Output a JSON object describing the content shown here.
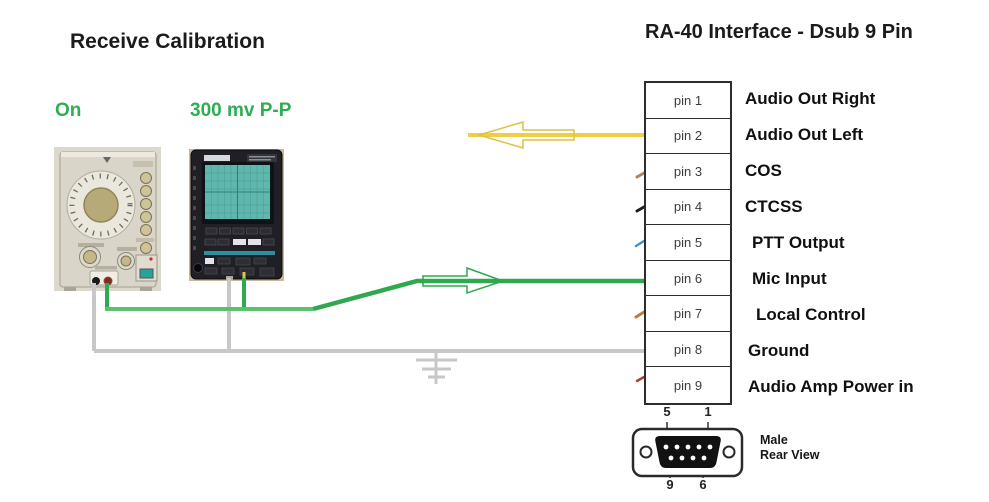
{
  "titles": {
    "left": "Receive Calibration",
    "right": "RA-40 Interface - Dsub 9 Pin"
  },
  "annotations": {
    "generator_state": "On",
    "scope_level": "300 mv P-P"
  },
  "pin_table": {
    "rows": [
      {
        "pin": "pin 1",
        "label": "Audio Out Right",
        "stub_color": ""
      },
      {
        "pin": "pin 2",
        "label": "Audio Out Left",
        "stub_color": "#eecf44"
      },
      {
        "pin": "pin 3",
        "label": "COS",
        "stub_color": "#b08263"
      },
      {
        "pin": "pin 4",
        "label": "CTCSS",
        "stub_color": "#1e1e1e"
      },
      {
        "pin": "pin 5",
        "label": "PTT Output",
        "stub_color": "#4a90bd"
      },
      {
        "pin": "pin 6",
        "label": "Mic Input",
        "stub_color": "#2fa84f"
      },
      {
        "pin": "pin 7",
        "label": "Local Control",
        "stub_color": "#c07a36"
      },
      {
        "pin": "pin 8",
        "label": "Ground",
        "stub_color": "#c7c7c7"
      },
      {
        "pin": "pin 9",
        "label": "Audio Amp Power in",
        "stub_color": "#b63b30"
      }
    ]
  },
  "connector": {
    "pin_top_left": "5",
    "pin_top_right": "1",
    "pin_bottom_left": "9",
    "pin_bottom_right": "6",
    "caption_line1": "Male",
    "caption_line2": "Rear View"
  },
  "colors": {
    "yellow_wire": "#eecf44",
    "yellow_outline": "#dfc143",
    "green_wire": "#2fa84f",
    "green_wire_light": "#5cc06f",
    "gray_wire": "#c7c7c7",
    "green_text": "#2eae52"
  }
}
